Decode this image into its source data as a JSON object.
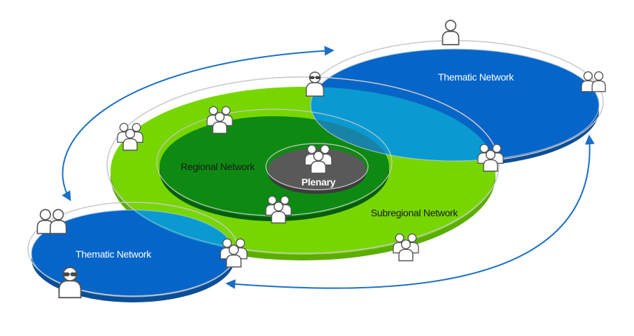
{
  "labels": {
    "thematic_top": "Thematic Network",
    "thematic_bottom": "Thematic Network",
    "regional": "Regional Network",
    "subregional": "Subregional Network",
    "plenary": "Plenary"
  },
  "colors": {
    "subregional_green": "#77d600",
    "regional_green": "#0e8a12",
    "thematic_blue": "#0565c9",
    "overlap_blue": "#0a9ad1",
    "plenary_grey": "#595959",
    "arrow_blue": "#1a6fc4"
  },
  "icons": [
    "person-icon",
    "person-group-icon",
    "person-glasses-icon"
  ]
}
